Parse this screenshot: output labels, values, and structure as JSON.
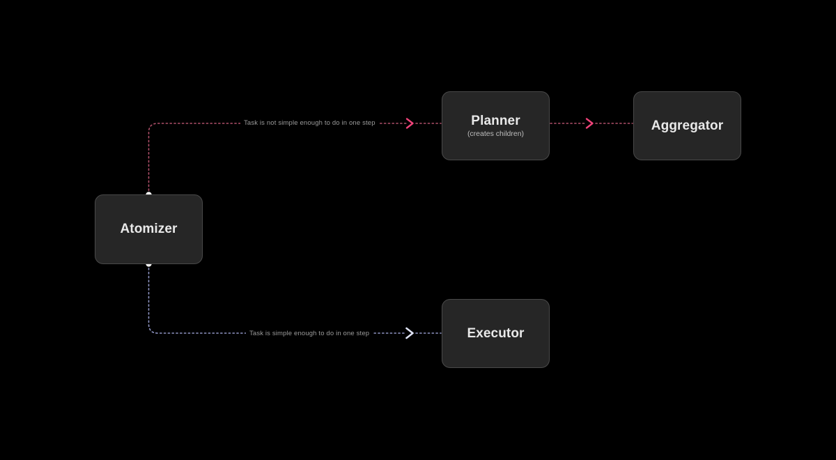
{
  "diagram": {
    "type": "flowchart",
    "background_color": "#000000",
    "node_fill": "#262626",
    "node_border": "#4a4a4a",
    "nodes": [
      {
        "id": "atomizer",
        "title": "Atomizer",
        "subtitle": ""
      },
      {
        "id": "planner",
        "title": "Planner",
        "subtitle": "(creates children)"
      },
      {
        "id": "aggregator",
        "title": "Aggregator",
        "subtitle": ""
      },
      {
        "id": "executor",
        "title": "Executor",
        "subtitle": ""
      }
    ],
    "edges": [
      {
        "id": "atomizer-to-planner",
        "from": "atomizer",
        "to": "planner",
        "label": "Task is not simple enough to do in one step",
        "color": "#b0506a",
        "arrow_color": "#f0437a",
        "style": "dotted"
      },
      {
        "id": "planner-to-aggregator",
        "from": "planner",
        "to": "aggregator",
        "label": "",
        "color": "#b0506a",
        "arrow_color": "#f0437a",
        "style": "dotted"
      },
      {
        "id": "atomizer-to-executor",
        "from": "atomizer",
        "to": "executor",
        "label": "Task is simple enough to do in one step",
        "color": "#8f95c4",
        "arrow_color": "#dfe3f5",
        "style": "dotted"
      }
    ],
    "handles": [
      {
        "id": "atomizer-top-handle",
        "color": "#f2f2f2"
      },
      {
        "id": "atomizer-bottom-handle",
        "color": "#f2f2f2"
      }
    ]
  }
}
